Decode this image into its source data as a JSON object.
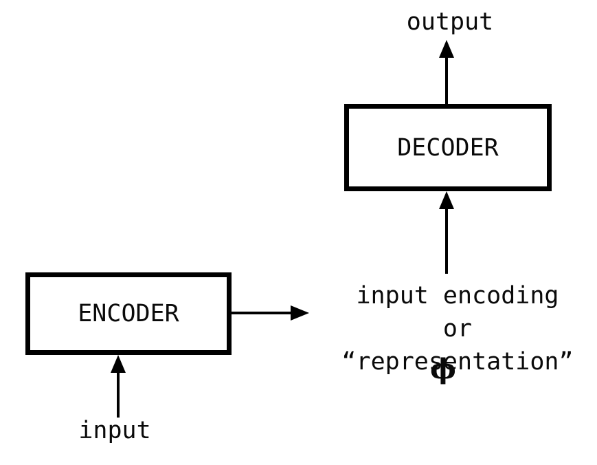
{
  "diagram": {
    "encoder_box": {
      "label": "ENCODER"
    },
    "decoder_box": {
      "label": "DECODER"
    },
    "labels": {
      "input": "input",
      "output": "output",
      "encoding_line1": "input encoding or",
      "encoding_line2": "“representation”",
      "phi": "ϕ"
    },
    "connections": [
      {
        "from": "input",
        "to": "ENCODER"
      },
      {
        "from": "ENCODER",
        "to": "input encoding or “representation” ϕ"
      },
      {
        "from": "input encoding ϕ",
        "to": "DECODER"
      },
      {
        "from": "DECODER",
        "to": "output"
      }
    ],
    "colors": {
      "stroke": "#000000",
      "text": "#0a0a0a",
      "background": "#ffffff"
    }
  }
}
